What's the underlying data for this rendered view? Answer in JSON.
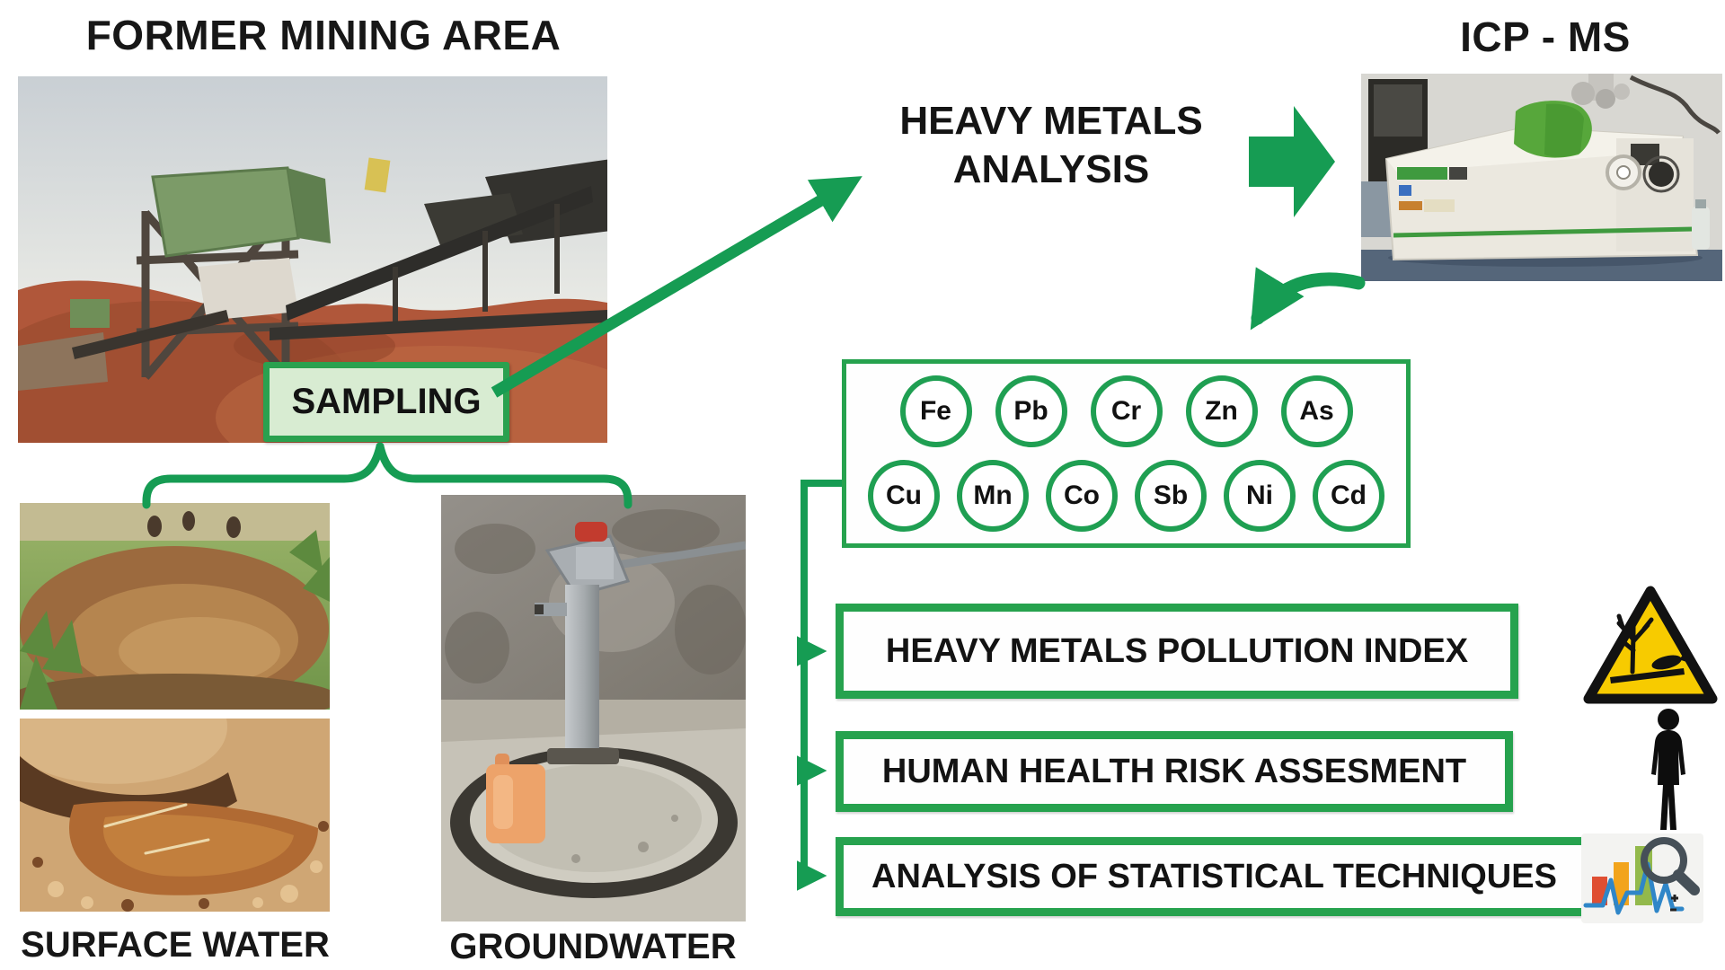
{
  "figure": {
    "mining_title": "FORMER MINING AREA",
    "icpms_title": "ICP - MS",
    "heavy_metals_line1": "HEAVY METALS",
    "heavy_metals_line2": "ANALYSIS",
    "sampling_label": "SAMPLING",
    "surface_water_label": "SURFACE WATER",
    "groundwater_label": "GROUNDWATER"
  },
  "metals": {
    "row1": [
      "Fe",
      "Pb",
      "Cr",
      "Zn",
      "As"
    ],
    "row2": [
      "Cu",
      "Mn",
      "Co",
      "Sb",
      "Ni",
      "Cd"
    ]
  },
  "outcome_boxes": [
    {
      "label": "HEAVY METALS POLLUTION INDEX"
    },
    {
      "label": "HUMAN HEALTH RISK ASSESMENT"
    },
    {
      "label": "ANALYSIS OF STATISTICAL TECHNIQUES"
    }
  ],
  "icons": {
    "environmental_hazard": "yellow warning triangle with dead tree and fish",
    "human_silhouette": "black standing human figure",
    "statistics_magnifier": "bar chart with blue signal line and magnifying glass"
  },
  "colors": {
    "arrow_green": "#169C53",
    "border_green": "#26A24E",
    "circle_green": "#1F9F52",
    "sampling_fill": "#D8ECD2",
    "warning_yellow": "#F7CB00",
    "text_black": "#151515"
  }
}
